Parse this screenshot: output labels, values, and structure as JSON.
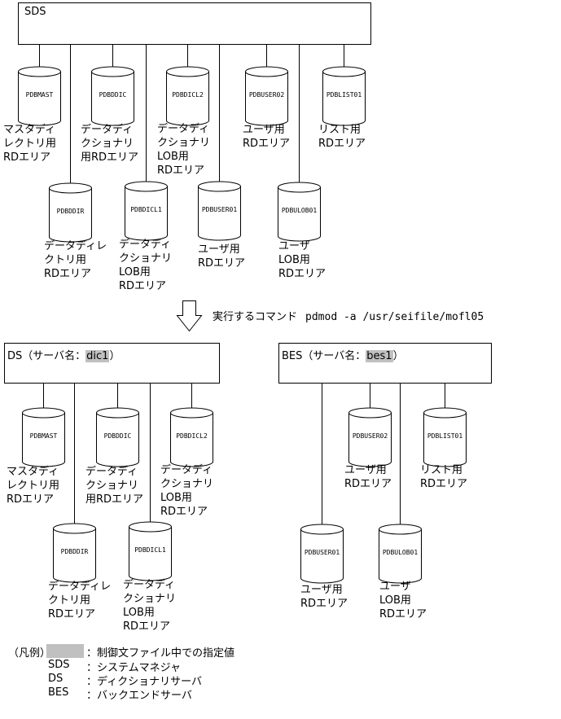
{
  "sds_box": {
    "title": "SDS"
  },
  "ds_box": {
    "prefix": "DS（サーバ名：",
    "name": "dic1",
    "suffix": "）"
  },
  "bes_box": {
    "prefix": "BES（サーバ名：",
    "name": "bes1",
    "suffix": "）"
  },
  "command": {
    "label": "実行するコマンド",
    "text": "pdmod -a /usr/seifile/mofl05"
  },
  "top_rdareas": [
    {
      "name": "PDBMAST",
      "desc": [
        "マスタディ",
        "レクトリ用",
        "RDエリア"
      ]
    },
    {
      "name": "PDBDDIC",
      "desc": [
        "データディ",
        "クショナリ",
        "用RDエリア"
      ]
    },
    {
      "name": "PDBDICL2",
      "desc": [
        "データディ",
        "クショナリ",
        "LOB用",
        "RDエリア"
      ]
    },
    {
      "name": "PDBUSER02",
      "desc": [
        "ユーザ用",
        "RDエリア"
      ]
    },
    {
      "name": "PDBLIST01",
      "desc": [
        "リスト用",
        "RDエリア"
      ]
    },
    {
      "name": "PDBDDIR",
      "desc": [
        "データディレ",
        "クトリ用",
        "RDエリア"
      ]
    },
    {
      "name": "PDBDICL1",
      "desc": [
        "データディ",
        "クショナリ",
        "LOB用",
        "RDエリア"
      ]
    },
    {
      "name": "PDBUSER01",
      "desc": [
        "ユーザ用",
        "RDエリア"
      ]
    },
    {
      "name": "PDBULOB01",
      "desc": [
        "ユーザ",
        "LOB用",
        "RDエリア"
      ]
    }
  ],
  "ds_rdareas": [
    {
      "name": "PDBMAST",
      "desc": [
        "マスタディ",
        "レクトリ用",
        "RDエリア"
      ]
    },
    {
      "name": "PDBDDIC",
      "desc": [
        "データディ",
        "クショナリ",
        "用RDエリア"
      ]
    },
    {
      "name": "PDBDICL2",
      "desc": [
        "データディ",
        "クショナリ",
        "LOB用",
        "RDエリア"
      ]
    },
    {
      "name": "PDBDDIR",
      "desc": [
        "データディレ",
        "クトリ用",
        "RDエリア"
      ]
    },
    {
      "name": "PDBDICL1",
      "desc": [
        "データディ",
        "クショナリ",
        "LOB用",
        "RDエリア"
      ]
    }
  ],
  "bes_rdareas": [
    {
      "name": "PDBUSER02",
      "desc": [
        "ユーザ用",
        "RDエリア"
      ]
    },
    {
      "name": "PDBLIST01",
      "desc": [
        "リスト用",
        "RDエリア"
      ]
    },
    {
      "name": "PDBUSER01",
      "desc": [
        "ユーザ用",
        "RDエリア"
      ]
    },
    {
      "name": "PDBULOB01",
      "desc": [
        "ユーザ",
        "LOB用",
        "RDエリア"
      ]
    }
  ],
  "legend": {
    "title": "（凡例）",
    "rows": [
      {
        "key": "",
        "text": "：制御文ファイル中での指定値"
      },
      {
        "key": "SDS",
        "text": "：システムマネジャ"
      },
      {
        "key": "DS",
        "text": "：ディクショナリサーバ"
      },
      {
        "key": "BES",
        "text": "：バックエンドサーバ"
      }
    ]
  }
}
